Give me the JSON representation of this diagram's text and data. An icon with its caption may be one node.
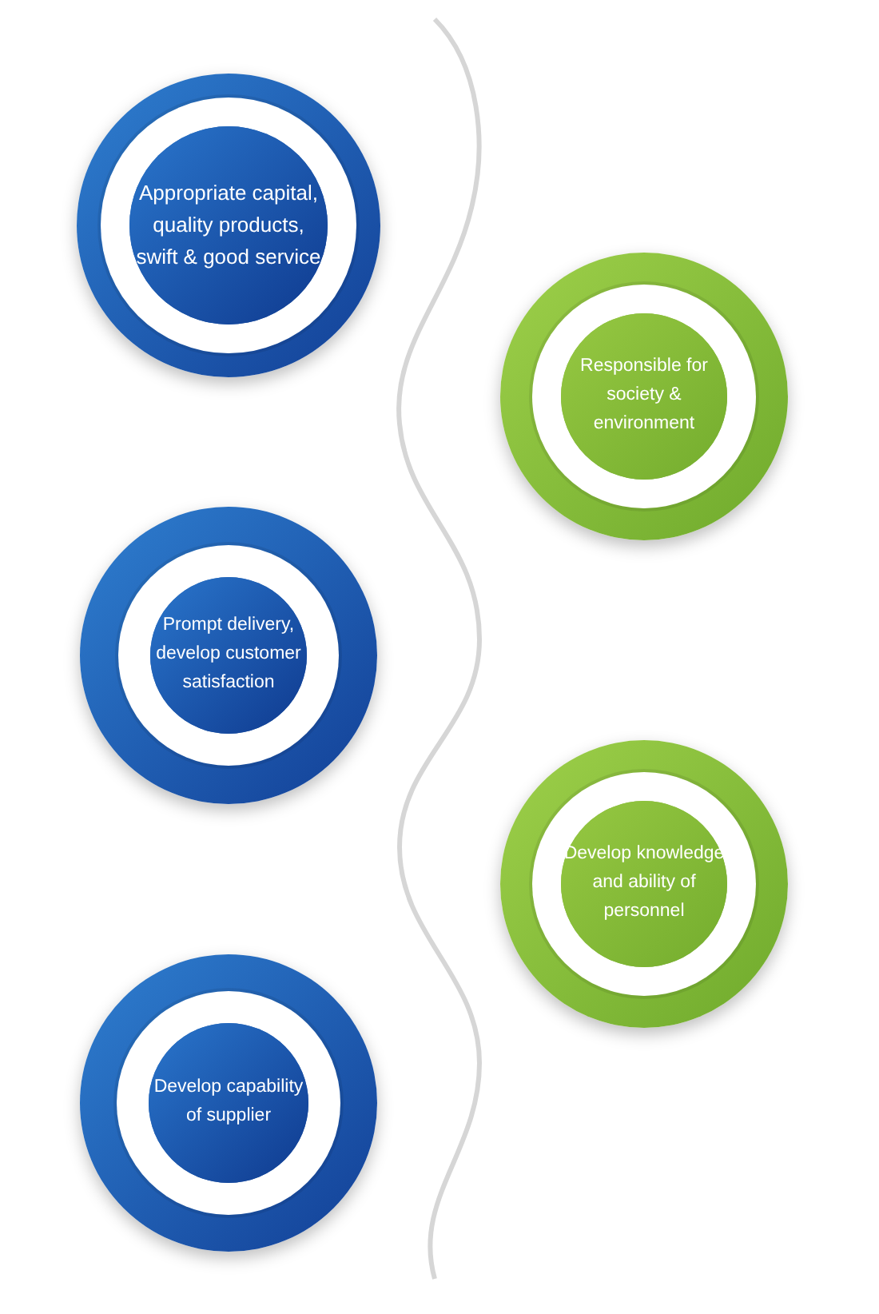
{
  "diagram": {
    "nodes": [
      {
        "text": [
          "Appropriate capital, quality products, swift & good service"
        ]
      },
      {
        "text": [
          "Responsible for society & environment"
        ]
      },
      {
        "text": [
          "Prompt delivery, develop customer satisfaction"
        ]
      },
      {
        "text": [
          "Develop knowledge and ability of personnel"
        ]
      },
      {
        "text": [
          "Develop capability of supplier"
        ]
      }
    ]
  }
}
